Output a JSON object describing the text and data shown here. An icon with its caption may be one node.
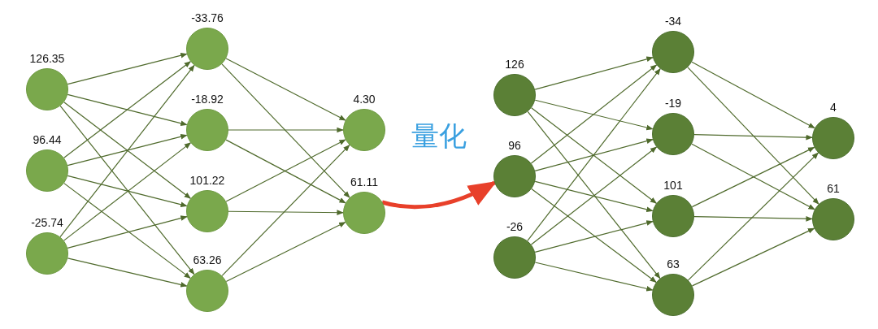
{
  "diagram": {
    "nodes": [
      {
        "text": [],
        "shape": "circle",
        "beside": [
          "126.35"
        ]
      },
      {
        "text": [],
        "shape": "circle",
        "beside": [
          "96.44"
        ]
      },
      {
        "text": [],
        "shape": "circle",
        "beside": [
          "-25.74"
        ]
      },
      {
        "text": [],
        "shape": "circle",
        "beside": [
          "-33.76"
        ]
      },
      {
        "text": [],
        "shape": "circle",
        "beside": [
          "-18.92"
        ]
      },
      {
        "text": [],
        "shape": "circle",
        "beside": [
          "101.22"
        ]
      },
      {
        "text": [],
        "shape": "circle",
        "beside": [
          "63.26"
        ]
      },
      {
        "text": [],
        "shape": "circle",
        "beside": [
          "4.30"
        ]
      },
      {
        "text": [],
        "shape": "circle",
        "beside": [
          "61.11"
        ]
      },
      {
        "text": [],
        "shape": "circle",
        "beside": [
          "126"
        ]
      },
      {
        "text": [],
        "shape": "circle",
        "beside": [
          "96"
        ]
      },
      {
        "text": [],
        "shape": "circle",
        "beside": [
          "-26"
        ]
      },
      {
        "text": [],
        "shape": "circle",
        "beside": [
          "-34"
        ]
      },
      {
        "text": [],
        "shape": "circle",
        "beside": [
          "-19"
        ]
      },
      {
        "text": [],
        "shape": "circle",
        "beside": [
          "101"
        ]
      },
      {
        "text": [],
        "shape": "circle",
        "beside": [
          "63"
        ]
      },
      {
        "text": [],
        "shape": "circle",
        "beside": [
          "4"
        ]
      },
      {
        "text": [],
        "shape": "circle",
        "beside": [
          "61"
        ]
      }
    ],
    "edges": [
      {
        "from": 0,
        "to": 3,
        "arrow": "to"
      },
      {
        "from": 0,
        "to": 4,
        "arrow": "to"
      },
      {
        "from": 0,
        "to": 5,
        "arrow": "to"
      },
      {
        "from": 0,
        "to": 6,
        "arrow": "to"
      },
      {
        "from": 1,
        "to": 3,
        "arrow": "to"
      },
      {
        "from": 1,
        "to": 4,
        "arrow": "to"
      },
      {
        "from": 1,
        "to": 5,
        "arrow": "to"
      },
      {
        "from": 1,
        "to": 6,
        "arrow": "to"
      },
      {
        "from": 2,
        "to": 3,
        "arrow": "to"
      },
      {
        "from": 2,
        "to": 4,
        "arrow": "to"
      },
      {
        "from": 2,
        "to": 5,
        "arrow": "to"
      },
      {
        "from": 2,
        "to": 6,
        "arrow": "to"
      },
      {
        "from": 3,
        "to": 7,
        "arrow": "to"
      },
      {
        "from": 3,
        "to": 8,
        "arrow": "to"
      },
      {
        "from": 4,
        "to": 7,
        "arrow": "to"
      },
      {
        "from": 4,
        "to": 8,
        "arrow": "to"
      },
      {
        "from": 5,
        "to": 7,
        "arrow": "to"
      },
      {
        "from": 5,
        "to": 8,
        "arrow": "to"
      },
      {
        "from": 6,
        "to": 7,
        "arrow": "to"
      },
      {
        "from": 6,
        "to": 8,
        "arrow": "to"
      },
      {
        "from": 9,
        "to": 12,
        "arrow": "to"
      },
      {
        "from": 9,
        "to": 13,
        "arrow": "to"
      },
      {
        "from": 9,
        "to": 14,
        "arrow": "to"
      },
      {
        "from": 9,
        "to": 15,
        "arrow": "to"
      },
      {
        "from": 10,
        "to": 12,
        "arrow": "to"
      },
      {
        "from": 10,
        "to": 13,
        "arrow": "to"
      },
      {
        "from": 10,
        "to": 14,
        "arrow": "to"
      },
      {
        "from": 10,
        "to": 15,
        "arrow": "to"
      },
      {
        "from": 11,
        "to": 12,
        "arrow": "to"
      },
      {
        "from": 11,
        "to": 13,
        "arrow": "to"
      },
      {
        "from": 11,
        "to": 14,
        "arrow": "to"
      },
      {
        "from": 11,
        "to": 15,
        "arrow": "to"
      },
      {
        "from": 12,
        "to": 16,
        "arrow": "to"
      },
      {
        "from": 12,
        "to": 17,
        "arrow": "to"
      },
      {
        "from": 13,
        "to": 16,
        "arrow": "to"
      },
      {
        "from": 13,
        "to": 17,
        "arrow": "to"
      },
      {
        "from": 14,
        "to": 16,
        "arrow": "to"
      },
      {
        "from": 14,
        "to": 17,
        "arrow": "to"
      },
      {
        "from": 15,
        "to": 16,
        "arrow": "to"
      },
      {
        "from": 15,
        "to": 17,
        "arrow": "to"
      },
      {
        "from": 8,
        "to": 10,
        "arrow": "to",
        "label": "量化",
        "style": "thick",
        "color": "#e8402a"
      }
    ]
  }
}
